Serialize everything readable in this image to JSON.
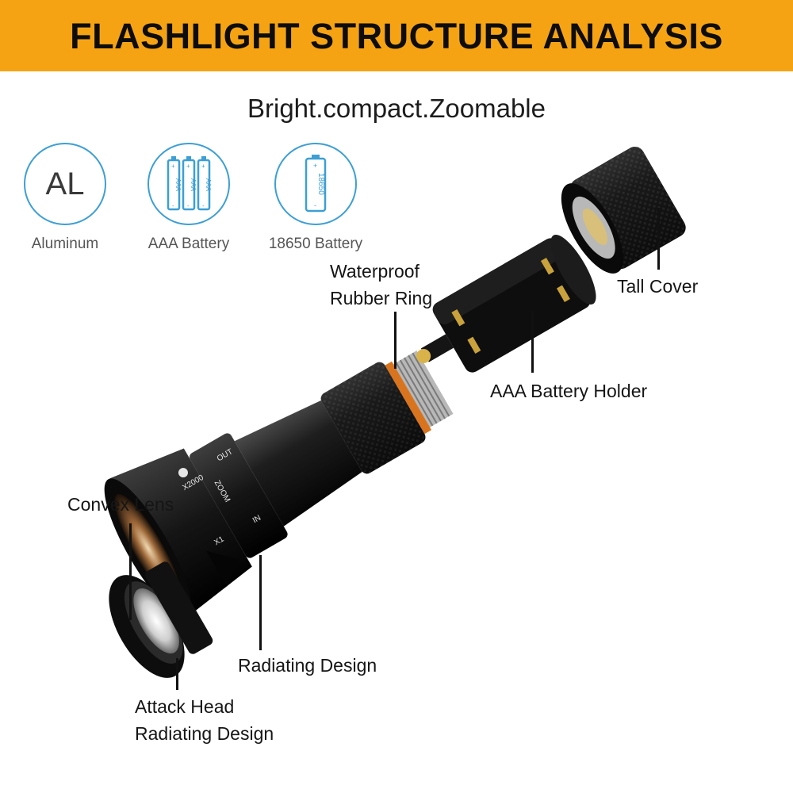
{
  "header": {
    "title": "FLASHLIGHT STRUCTURE ANALYSIS",
    "subtitle": "Bright.compact.Zoomable"
  },
  "features": [
    {
      "icon": "AL",
      "label": "Aluminum"
    },
    {
      "icon": "aaa-battery-icon",
      "label": "AAA Battery",
      "battery_text": "AAA"
    },
    {
      "icon": "18650-battery-icon",
      "label": "18650 Battery",
      "battery_text": "18650"
    }
  ],
  "callouts": {
    "waterproof_line1": "Waterproof",
    "waterproof_line2": "Rubber Ring",
    "tall_cover": "Tall Cover",
    "battery_holder": "AAA Battery Holder",
    "convex_lens": "Convex Lens",
    "radiating_design": "Radiating Design",
    "attack_line1": "Attack Head",
    "attack_line2": "Radiating Design"
  },
  "body_markings": {
    "zoom": "ZOOM",
    "out": "OUT",
    "in": "IN",
    "x1": "X1",
    "x2000": "X2000"
  },
  "colors": {
    "banner": "#f6a313",
    "icon_ring": "#3d9fd3",
    "rubber_ring": "#d9741e"
  }
}
